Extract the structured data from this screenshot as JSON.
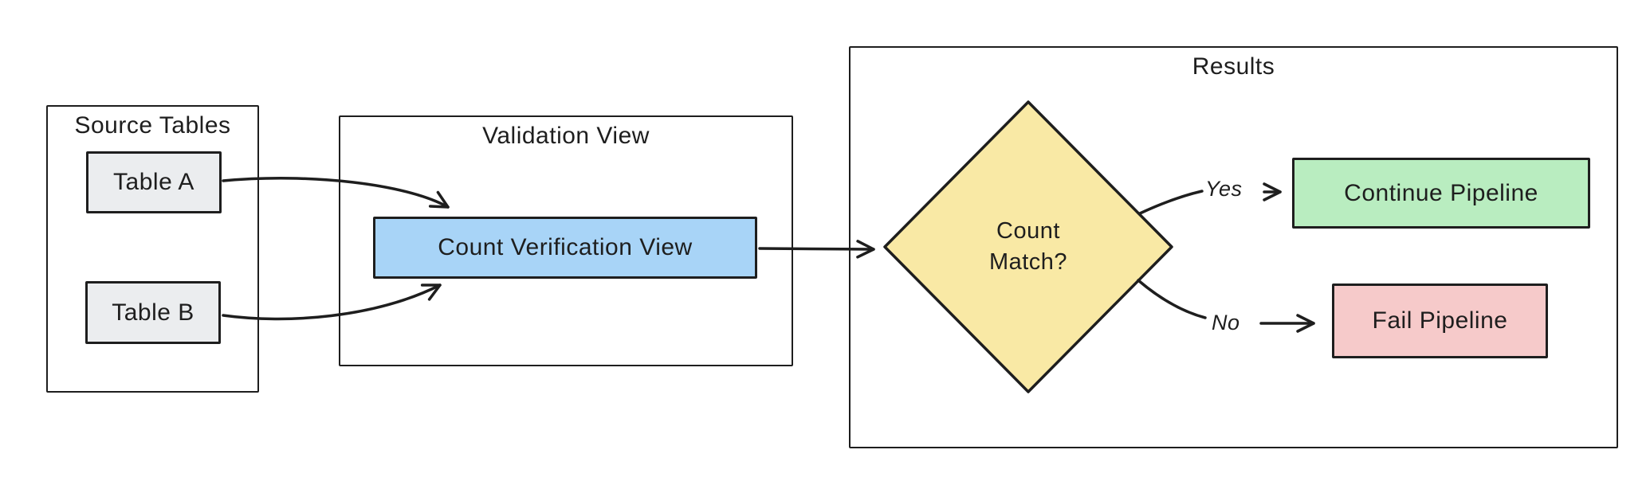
{
  "groups": {
    "source_tables": {
      "title": "Source Tables"
    },
    "validation_view": {
      "title": "Validation View"
    },
    "results": {
      "title": "Results"
    }
  },
  "nodes": {
    "table_a": {
      "label": "Table A",
      "fill": "#ebedef"
    },
    "table_b": {
      "label": "Table B",
      "fill": "#ebedef"
    },
    "count_verification_view": {
      "label": "Count Verification View",
      "fill": "#a8d4f7"
    },
    "count_match": {
      "label": "Count\nMatch?",
      "fill": "#f9e9a5"
    },
    "continue_pipeline": {
      "label": "Continue Pipeline",
      "fill": "#b9edc0"
    },
    "fail_pipeline": {
      "label": "Fail Pipeline",
      "fill": "#f6caca"
    }
  },
  "edges": {
    "yes_label": "Yes",
    "no_label": "No"
  },
  "colors": {
    "stroke": "#1e1e1e",
    "background": "#ffffff"
  }
}
